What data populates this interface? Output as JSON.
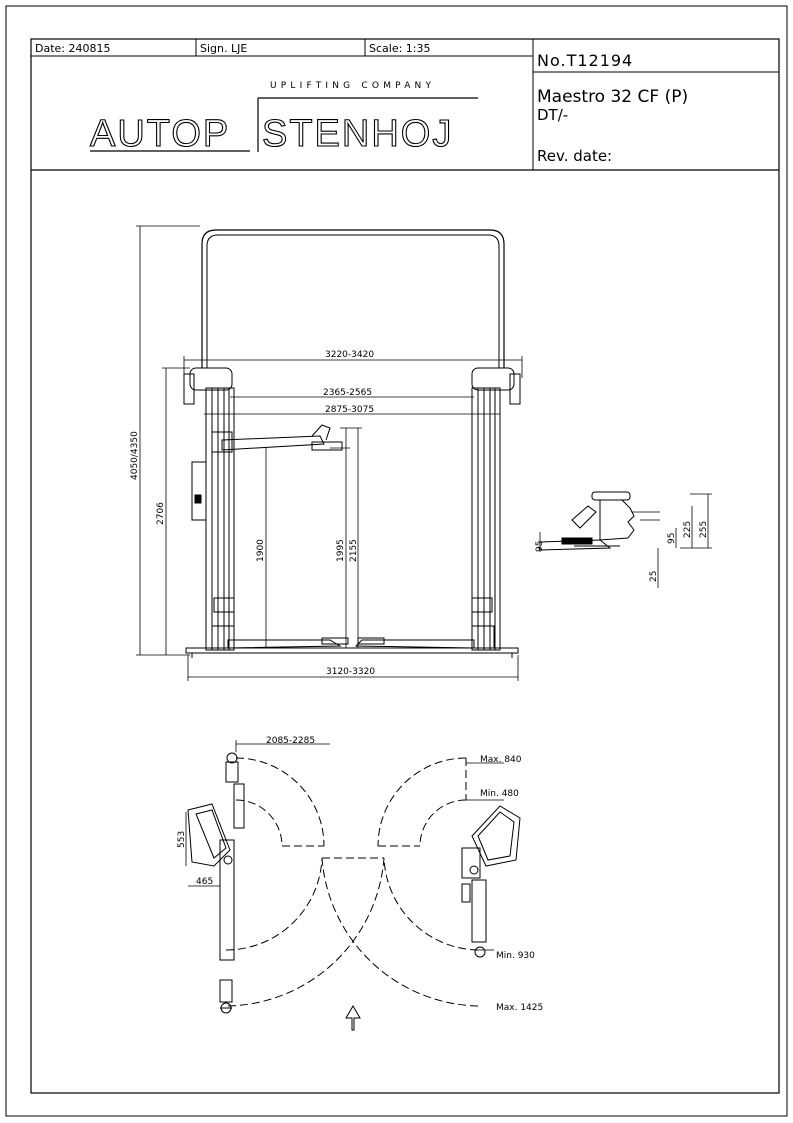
{
  "title_block": {
    "date": "Date: 240815",
    "sign": "Sign. LJE",
    "scale": "Scale: 1:35",
    "number": "No.T12194",
    "tagline": "UPLIFTING COMPANY",
    "brand_left": "AUTOP",
    "brand_right": "STENHOJ",
    "model": "Maestro 32 CF (P)",
    "model_sub": "DT/-",
    "rev_date": "Rev. date:"
  },
  "front_view": {
    "dims": {
      "width_top": "3220-3420",
      "inner_width": "2365-2565",
      "outer_width": "2875-3075",
      "base_width": "3120-3320",
      "total_height": "4050/4350",
      "column_height": "2706",
      "h1900": "1900",
      "h1995": "1995",
      "h2155": "2155"
    }
  },
  "side_detail": {
    "dims": {
      "d95a": "95",
      "d95b": "95",
      "d225": "225",
      "d255": "255",
      "d25": "25"
    }
  },
  "plan_view": {
    "dims": {
      "arm_span": "2085-2285",
      "max840": "Max. 840",
      "min480": "Min. 480",
      "min930": "Min. 930",
      "max1425": "Max. 1425",
      "d553": "553",
      "d465": "465"
    }
  }
}
